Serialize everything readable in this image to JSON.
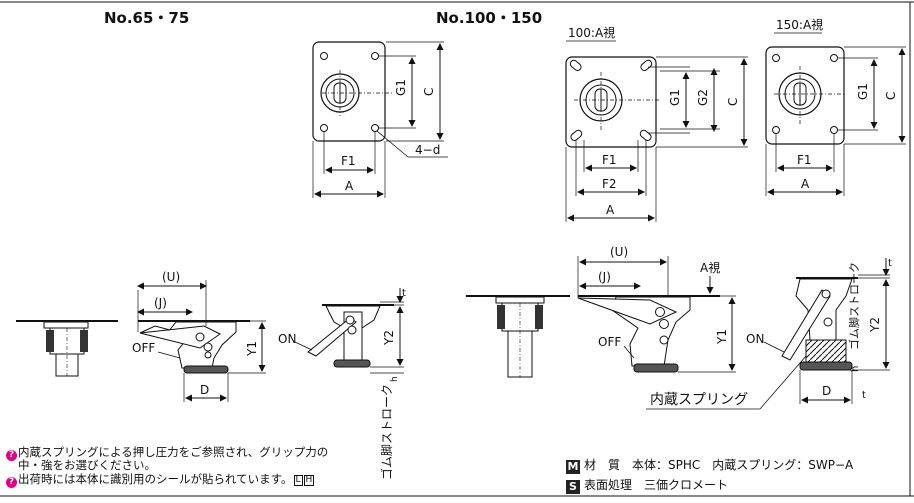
{
  "headings": {
    "no65_75": "No.65・75",
    "no100_150": "No.100・150"
  },
  "view_labels": {
    "view100": "100:A視",
    "view150": "150:A視",
    "a_view": "A視"
  },
  "dims": {
    "A": "A",
    "C": "C",
    "F1": "F1",
    "F2": "F2",
    "G1": "G1",
    "G2": "G2",
    "d4": "4−d",
    "U": "(U)",
    "J": "(J)",
    "D": "D",
    "Y1": "Y1",
    "Y2": "Y2",
    "t": "t",
    "h": "h",
    "on": "ON",
    "off": "OFF",
    "stroke": "ゴム脚ストローク",
    "spring": "内蔵スプリング"
  },
  "notes": {
    "line1": "内蔵スプリングによる押し圧力をご参照され、グリップ力の",
    "line2": "中・強をお選びください。",
    "line3": "出荷時には本体に識別用のシールが貼られています。",
    "tag_l": "L",
    "tag_h": "H"
  },
  "spec": {
    "material_badge": "M",
    "material_label": "材　質",
    "material_value": "本体：SPHC　内蔵スプリング：SWP−A",
    "surface_badge": "S",
    "surface_label": "表面処理",
    "surface_value": "三価クロメート"
  },
  "colors": {
    "note_icon": "#e40080",
    "line": "#111111",
    "rubber": "#555555"
  }
}
